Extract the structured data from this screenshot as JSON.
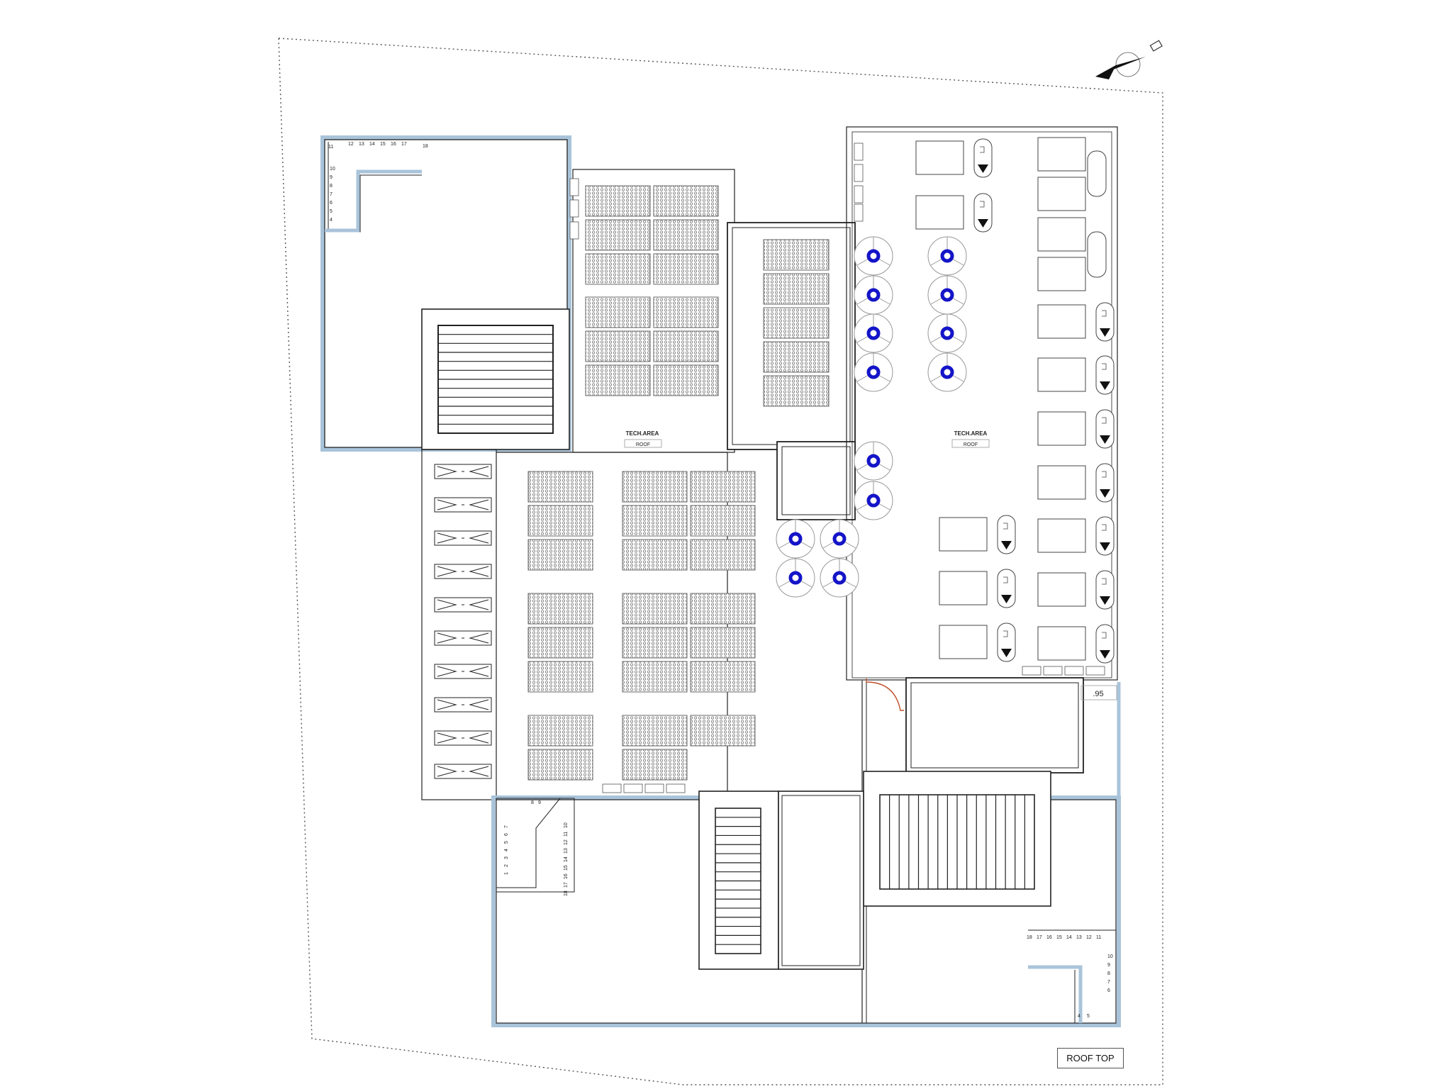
{
  "drawing": {
    "sheet_title": "ROOF TOP",
    "labels": [
      {
        "id": "tech-left",
        "title": "TECH.AREA",
        "sub": "ROOF"
      },
      {
        "id": "tech-right",
        "title": "TECH.AREA",
        "sub": "ROOF"
      }
    ],
    "dimension_note": ".95",
    "stair_top_left": [
      "11",
      "12",
      "13",
      "14",
      "15",
      "16",
      "17",
      "18",
      "10",
      "9",
      "8",
      "7",
      "6",
      "5",
      "4"
    ],
    "stair_bottom_left": [
      "1",
      "2",
      "3",
      "4",
      "5",
      "6",
      "7",
      "8",
      "9",
      "10",
      "11",
      "12",
      "13",
      "14",
      "15",
      "16",
      "17",
      "18"
    ],
    "stair_bottom_right": [
      "18",
      "17",
      "16",
      "15",
      "14",
      "13",
      "12",
      "11",
      "10",
      "9",
      "8",
      "7",
      "6",
      "4",
      "5"
    ]
  },
  "colors": {
    "line": "#222222",
    "panel": "#6a6a6a",
    "wall_highlight": "#a9c4da",
    "pump": "#1414c8",
    "door": "#c0502b"
  },
  "icons": {
    "north_arrow": "north-arrow-icon",
    "pump": "pump-icon",
    "tank": "tank-icon"
  }
}
